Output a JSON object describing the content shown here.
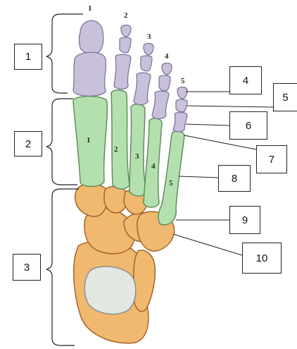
{
  "diagram": {
    "colors": {
      "phalanges": "#c9c0dc",
      "phalanges_edge": "#7f7599",
      "metatarsals": "#b4e0b0",
      "metatarsals_edge": "#5e8f5a",
      "tarsals": "#f1b870",
      "tarsals_edge": "#a2642a",
      "calcaneus_window": "#e3e7e1",
      "lines": "#222222"
    },
    "toe_numbers": [
      "1",
      "2",
      "3",
      "4",
      "5"
    ],
    "metatarsal_numbers": [
      "1",
      "2",
      "3",
      "4",
      "5"
    ],
    "bracket_labels": [
      "1",
      "2",
      "3"
    ],
    "pointer_labels": [
      "4",
      "5",
      "6",
      "7",
      "8",
      "9",
      "10"
    ]
  }
}
